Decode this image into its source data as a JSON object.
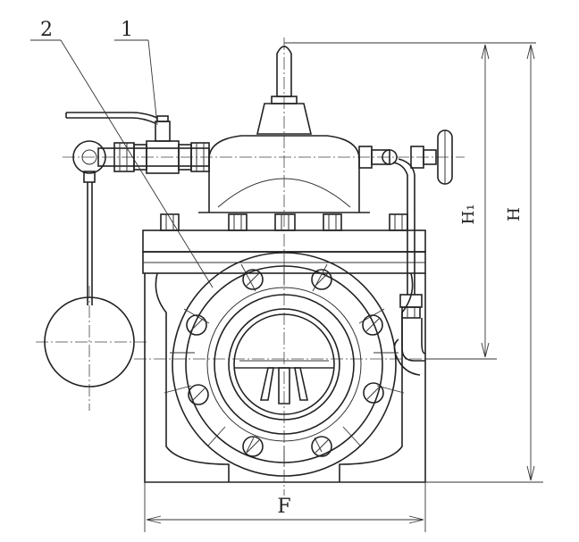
{
  "callouts": {
    "part_1": "1",
    "part_2": "2"
  },
  "dimensions": {
    "width": "F",
    "height_h1": "H₁",
    "height_total": "H"
  }
}
